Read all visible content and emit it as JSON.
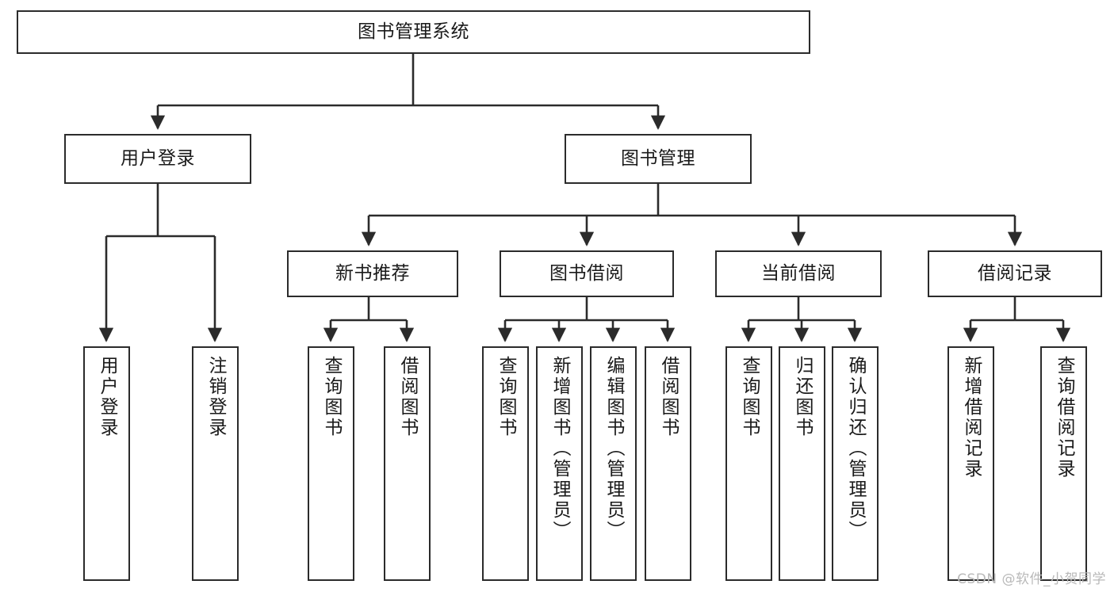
{
  "diagram": {
    "title_node": {
      "label": "图书管理系统"
    },
    "level2": [
      {
        "name": "user-login",
        "label": "用户登录"
      },
      {
        "name": "book-management",
        "label": "图书管理"
      }
    ],
    "level3": [
      {
        "name": "new-book-recommend",
        "label": "新书推荐"
      },
      {
        "name": "book-borrow",
        "label": "图书借阅"
      },
      {
        "name": "current-borrow",
        "label": "当前借阅"
      },
      {
        "name": "borrow-record",
        "label": "借阅记录"
      }
    ],
    "leaves": {
      "user_login": [
        {
          "name": "leaf-user-login",
          "label": "用户登录"
        },
        {
          "name": "leaf-logout-login",
          "label": "注销登录"
        }
      ],
      "new_book_recommend": [
        {
          "name": "leaf-query-book-1",
          "label": "查询图书"
        },
        {
          "name": "leaf-borrow-book-1",
          "label": "借阅图书"
        }
      ],
      "book_borrow": [
        {
          "name": "leaf-query-book-2",
          "label": "查询图书"
        },
        {
          "name": "leaf-add-book",
          "label": "新增图书（管理员）"
        },
        {
          "name": "leaf-edit-book",
          "label": "编辑图书（管理员）"
        },
        {
          "name": "leaf-borrow-book-2",
          "label": "借阅图书"
        }
      ],
      "current_borrow": [
        {
          "name": "leaf-query-book-3",
          "label": "查询图书"
        },
        {
          "name": "leaf-return-book",
          "label": "归还图书"
        },
        {
          "name": "leaf-confirm-return",
          "label": "确认归还（管理员）"
        }
      ],
      "borrow_record": [
        {
          "name": "leaf-add-borrow-record",
          "label": "新增借阅记录"
        },
        {
          "name": "leaf-query-borrow-record",
          "label": "查询借阅记录"
        }
      ]
    }
  },
  "watermark": {
    "text": "CSDN @软件_小贺同学"
  },
  "colors": {
    "stroke": "#2b2b2b",
    "background": "#ffffff",
    "text": "#1a1a1a",
    "watermark": "#b9b9b9"
  }
}
